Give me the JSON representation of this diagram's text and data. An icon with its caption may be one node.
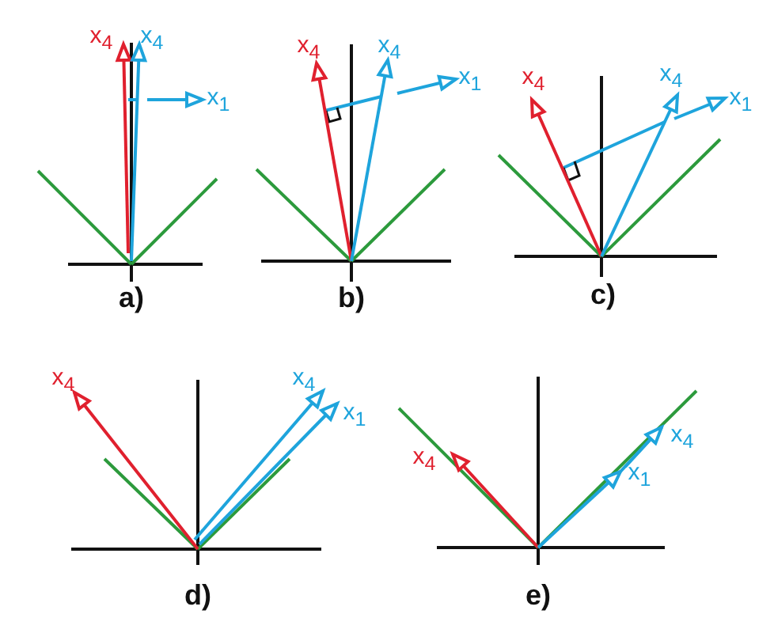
{
  "diagram": {
    "labels": [
      "x$_{4}$",
      "x$_{4}$",
      "x$_{1}$",
      "a)",
      "x$_{4}$",
      "x$_{4}$",
      "x$_{1}$",
      "b)",
      "x$_{4}$",
      "x$_{4}$",
      "x$_{1}$",
      "c)",
      "x$_{4}$",
      "x$_{4}$",
      "x$_{1}$",
      "d)",
      "x$_{4}$",
      "x$_{4}$",
      "x$_{1}$",
      "e)"
    ]
  }
}
